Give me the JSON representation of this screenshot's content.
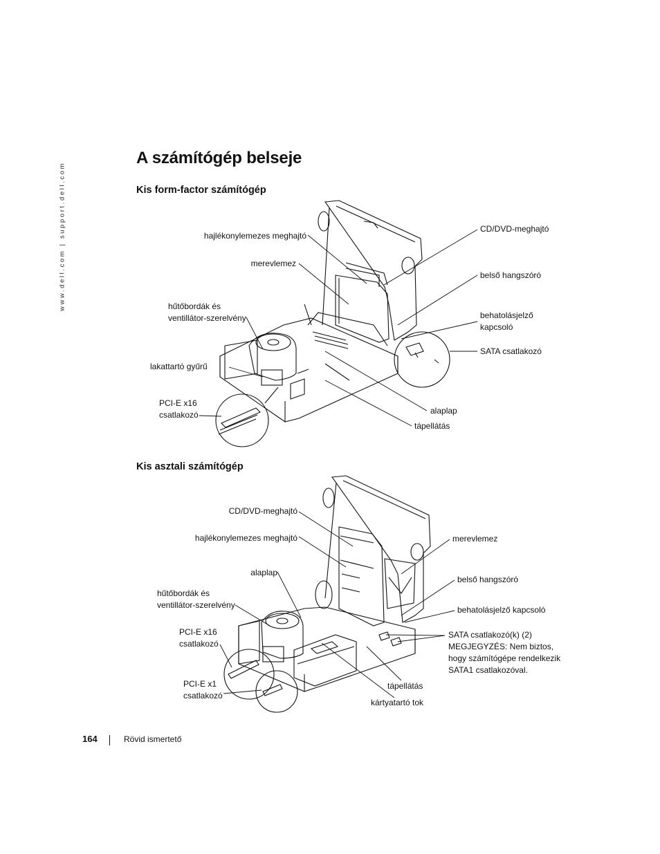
{
  "sidebar": {
    "url": "www.dell.com | support.dell.com"
  },
  "page": {
    "title": "A számítógép belseje"
  },
  "sections": {
    "sff": {
      "title": "Kis form-factor számítógép",
      "labels": {
        "floppy": "hajlékonylemezes meghajtó",
        "hdd": "merevlemez",
        "heatsink_l1": "hűtőbordák és",
        "heatsink_l2": "ventillátor-szerelvény",
        "padlock": "lakattartó gyűrű",
        "pcie16_l1": "PCI-E x16",
        "pcie16_l2": "csatlakozó",
        "cddvd": "CD/DVD-meghajtó",
        "speaker": "belső hangszóró",
        "intrusion_l1": "behatolásjelző",
        "intrusion_l2": "kapcsoló",
        "sata": "SATA csatlakozó",
        "motherboard": "alaplap",
        "psu": "tápellátás"
      }
    },
    "sd": {
      "title": "Kis asztali számítógép",
      "labels": {
        "cddvd": "CD/DVD-meghajtó",
        "floppy": "hajlékonylemezes meghajtó",
        "motherboard": "alaplap",
        "heatsink_l1": "hűtőbordák és",
        "heatsink_l2": "ventillátor-szerelvény",
        "pcie16_l1": "PCI-E x16",
        "pcie16_l2": "csatlakozó",
        "pcie1_l1": "PCI-E x1",
        "pcie1_l2": "csatlakozó",
        "hdd": "merevlemez",
        "speaker": "belső hangszóró",
        "intrusion": "behatolásjelző kapcsoló",
        "sata_l1": "SATA csatlakozó(k) (2)",
        "sata_l2": "MEGJEGYZÉS: Nem biztos,",
        "sata_l3": "hogy számítógépe rendelkezik",
        "sata_l4": "SATA1 csatlakozóval.",
        "psu": "tápellátás",
        "cardcage": "kártyatartó tok"
      }
    }
  },
  "footer": {
    "page_number": "164",
    "text": "Rövid ismertető"
  }
}
